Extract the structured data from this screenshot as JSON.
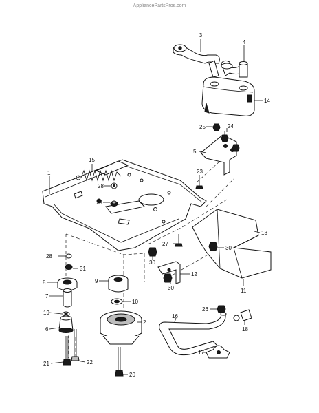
{
  "watermark": "AppliancePartsPros.com",
  "callouts": [
    "3",
    "4",
    "14",
    "25",
    "24",
    "5",
    "23",
    "15",
    "1",
    "28",
    "29",
    "13",
    "27",
    "30",
    "12",
    "28",
    "31",
    "8",
    "9",
    "7",
    "10",
    "19",
    "2",
    "6",
    "21",
    "22",
    "20",
    "26",
    "16",
    "18",
    "17",
    "11",
    "30",
    "30"
  ],
  "colors": {
    "ink": "#111111",
    "paper": "#ffffff",
    "watermark": "#888888"
  }
}
